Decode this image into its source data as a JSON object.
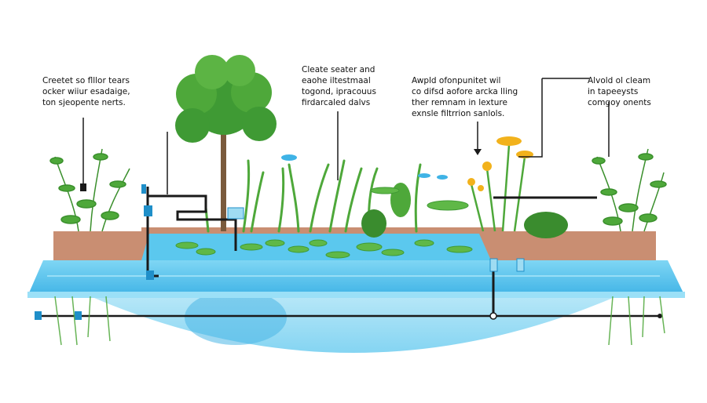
{
  "callouts": {
    "left": {
      "line1": "Creetet so flllor tears",
      "line2": "ocker wiiur esadaige,",
      "line3": "ton sjeopente nerts."
    },
    "center": {
      "line1": "Cleate seater and",
      "line2": "eaohe iltestmaal",
      "line3": "togond, ipracouus",
      "line4": "firdarcaled dalvs"
    },
    "right_center": {
      "line1": "Awpld ofonpunitet wil",
      "line2": "co difsd aofore arcka lling",
      "line3": "ther remnam in lexture",
      "line4": "exnsle filtrrion sanlols."
    },
    "right": {
      "line1": "Alvold ol cleam",
      "line2": "in tapeeysts",
      "line3": "comgoy onents"
    }
  },
  "colors": {
    "water": "#5bc8ee",
    "water_deep": "#38aee0",
    "soil": "#c98e72",
    "plant_green": "#4ea83a",
    "tree_green": "#3f9a34",
    "trunk": "#7a5a3c",
    "pipe": "#1a1a1a",
    "valve": "#1f8fc9",
    "flower": "#f2b21c",
    "lily_pad": "#5fb847"
  },
  "icons": {
    "tree": "tree-icon",
    "flower": "flower-icon",
    "fish": "fish-icon",
    "valve": "valve-icon"
  }
}
